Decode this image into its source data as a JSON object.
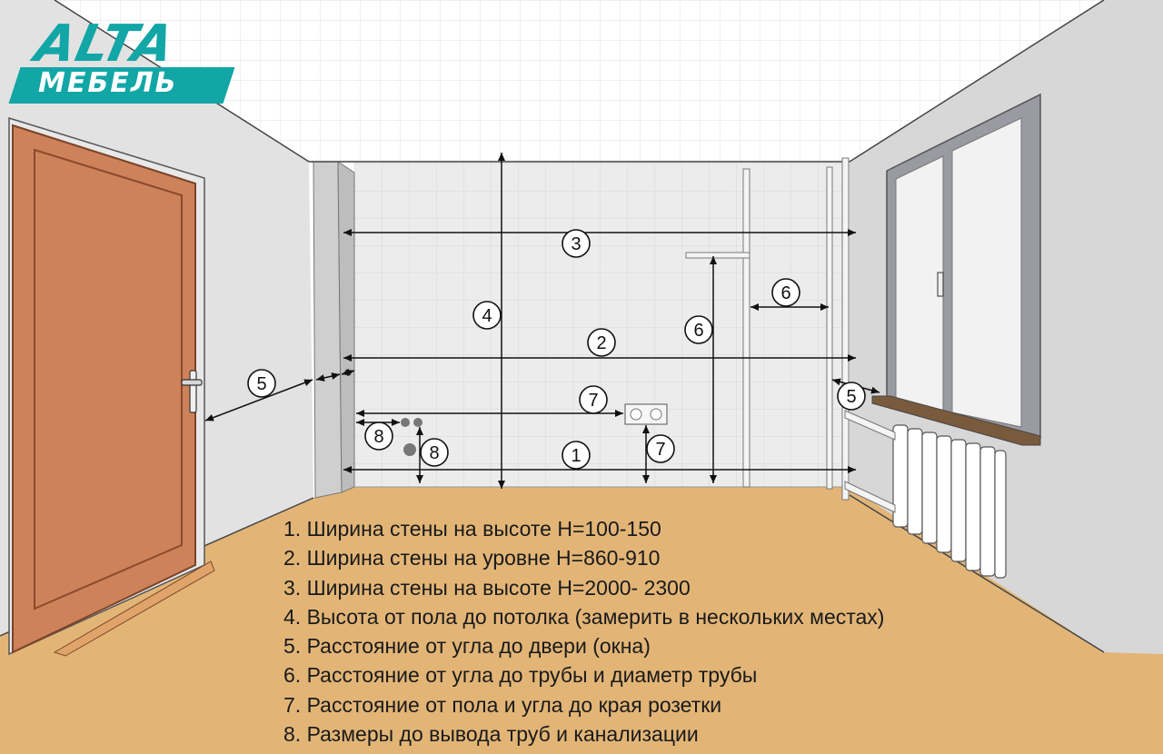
{
  "brand": {
    "name": "ALTA",
    "subname": "МЕБЕЛЬ"
  },
  "legend": [
    "1. Ширина стены на высоте H=100-150",
    "2. Ширина стены на уровне H=860-910",
    "3. Ширина стены на высоте H=2000- 2300",
    "4. Высота от пола до потолка (замерить в нескольких местах)",
    "5. Расстояние от угла до двери (окна)",
    "6. Расстояние от угла до трубы и диаметр трубы",
    "7. Расстояние от пола и угла до края розетки",
    "8. Размеры до вывода труб и канализации"
  ],
  "callouts": [
    "1",
    "2",
    "3",
    "4",
    "5",
    "6",
    "7",
    "8"
  ],
  "colors": {
    "wall": "#e4e4e4",
    "side_wall": "#d4d4d4",
    "floor": "#e2b577",
    "door": "#cd825a",
    "door_frame": "#c07040",
    "logo": "#12a6a6",
    "dim_line": "#111111"
  }
}
